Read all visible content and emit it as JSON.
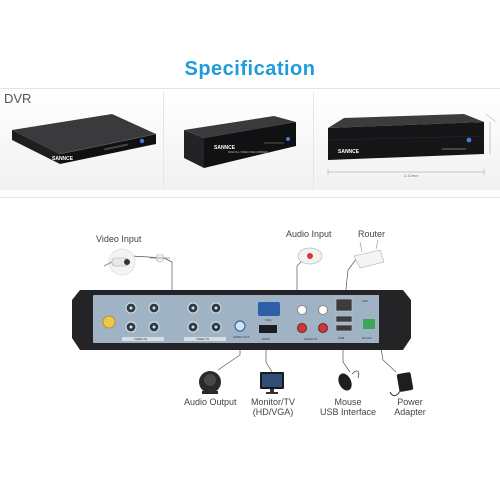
{
  "header": {
    "title": "Specification"
  },
  "section": {
    "label": "DVR"
  },
  "product": {
    "brand": "SANNCE",
    "subtitle": "DIGITAL VIDEO RECORDER",
    "dim_width": "2.42mm"
  },
  "rear_panel": {
    "video_in_label_1": "VIDEO IN",
    "video_in_label_2": "VIDEO IN",
    "audio_out_label": "AUDIO OUT",
    "vga_label": "VGA",
    "hdmi_label": "HDMI",
    "audio_in_label": "AUDIO IN",
    "lan_label": "LAN",
    "usb_label": "USB",
    "power_label": "DC12V"
  },
  "annotations": {
    "video_input": "Video Input",
    "audio_input": "Audio Input",
    "router": "Router",
    "audio_output": "Audio Output",
    "monitor_tv": "Monitor/TV",
    "monitor_tv_sub": "(HD/VGA)",
    "mouse": "Mouse",
    "mouse_sub": "USB Interface",
    "power": "Power",
    "power_sub": "Adapter"
  }
}
